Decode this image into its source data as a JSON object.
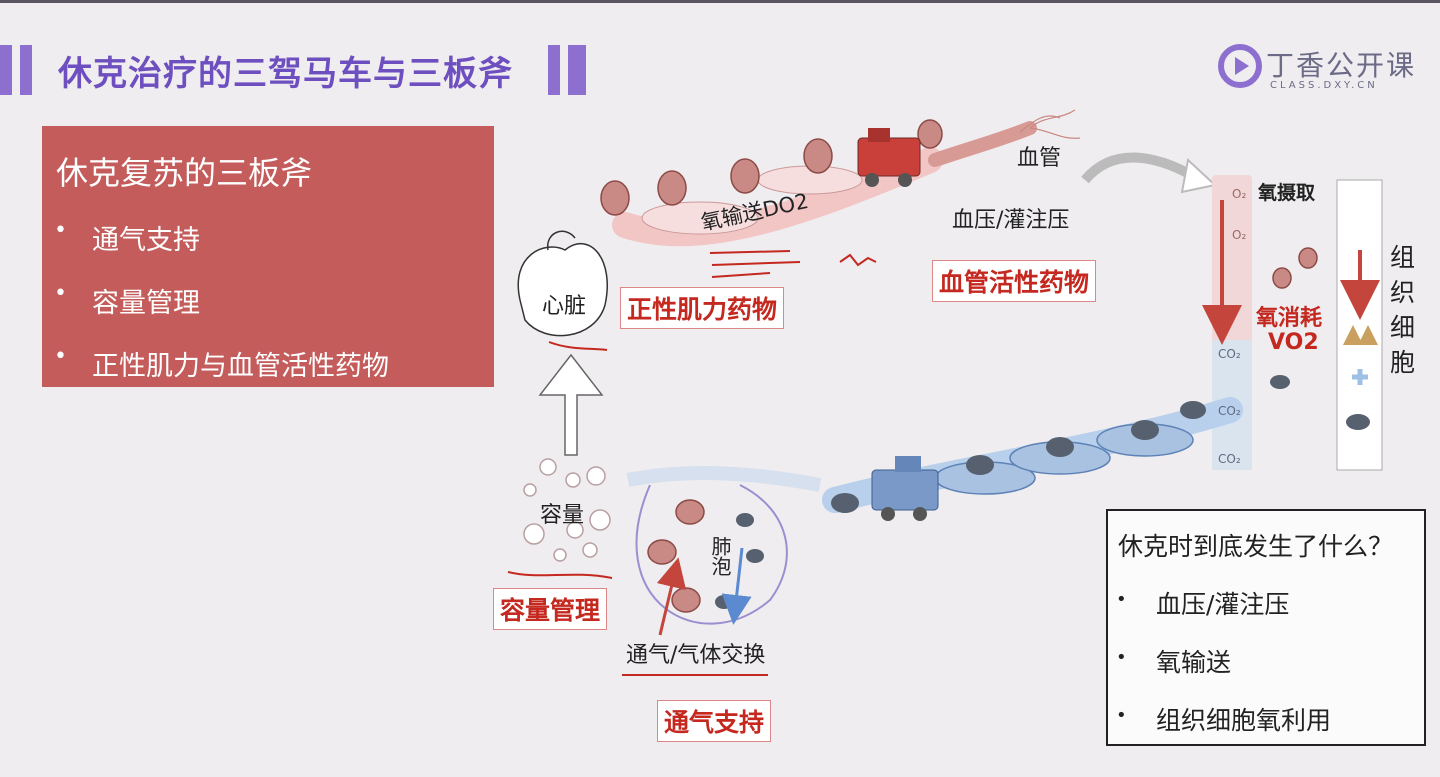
{
  "slide": {
    "title": "休克治疗的三驾马车与三板斧",
    "logo": {
      "text": "丁香公开课",
      "sub": "CLASS.DXY.CN"
    }
  },
  "three_axes": {
    "heading": "休克复苏的三板斧",
    "items": [
      "通气支持",
      "容量管理",
      "正性肌力与血管活性药物"
    ]
  },
  "question_box": {
    "heading": "休克时到底发生了什么？",
    "items": [
      "血压/灌注压",
      "氧输送",
      "组织细胞氧利用"
    ]
  },
  "diagram": {
    "heart": "心脏",
    "oxygen_delivery": "氧输送DO2",
    "vessel": "血管",
    "bp": "血压/灌注压",
    "oxygen_extraction": "氧摄取",
    "oxygen_consumption": "氧消耗",
    "vo2": "VO2",
    "tissue_cell": [
      "组",
      "织",
      "细",
      "胞"
    ],
    "volume": "容量",
    "alveoli": "肺泡",
    "ventilation": "通气/气体交换",
    "inotrope_box": "正性肌力药物",
    "vasoactive_box": "血管活性药物",
    "volume_box": "容量管理",
    "ventilation_box": "通气支持",
    "co2": "CO₂",
    "o2": "O₂"
  }
}
